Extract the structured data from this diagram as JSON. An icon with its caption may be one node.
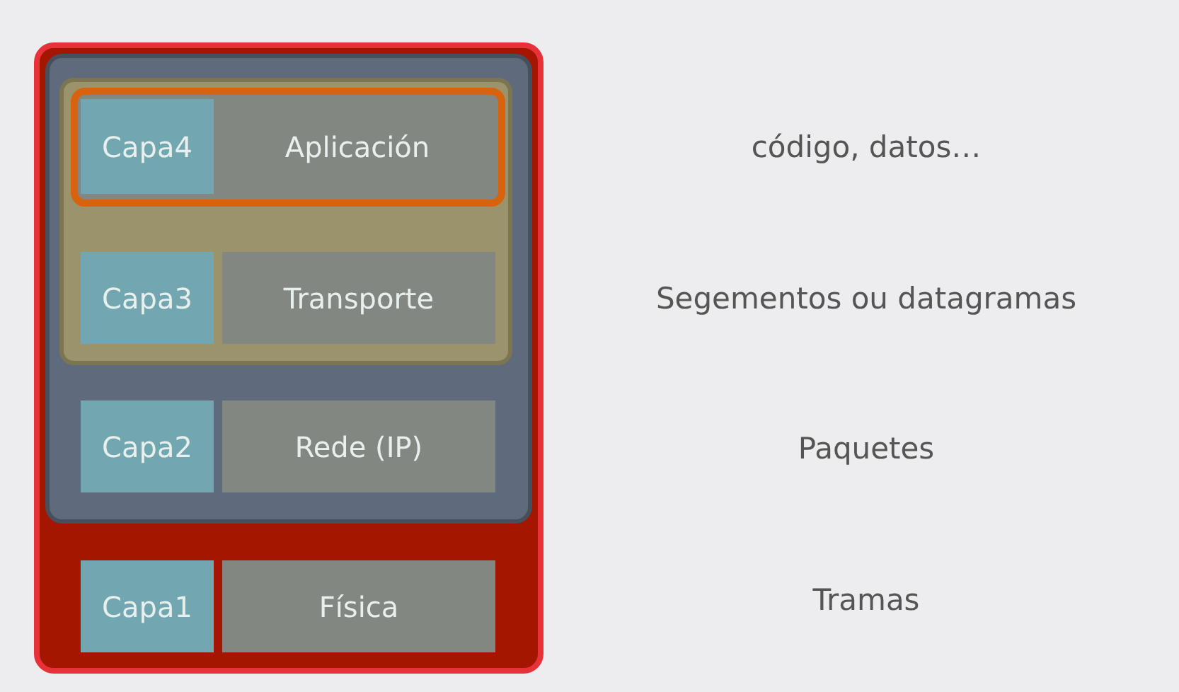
{
  "diagram": {
    "nodes": [
      {
        "text": [],
        "shape": "box"
      },
      {
        "text": [],
        "shape": "box",
        "in": 0
      },
      {
        "text": [],
        "shape": "box",
        "in": 1
      },
      {
        "text": [],
        "shape": "box",
        "in": 2
      },
      {
        "text": [
          "Capa4"
        ],
        "in": 3
      },
      {
        "text": [
          "Aplicación"
        ],
        "in": 3
      },
      {
        "text": [
          "Capa3"
        ],
        "in": 2
      },
      {
        "text": [
          "Transporte"
        ],
        "in": 2
      },
      {
        "text": [
          "Capa2"
        ],
        "in": 1
      },
      {
        "text": [
          "Rede (IP)"
        ],
        "in": 1
      },
      {
        "text": [
          "Capa1"
        ],
        "in": 0
      },
      {
        "text": [
          "Física"
        ],
        "in": 0
      }
    ],
    "labels": [
      "código, datos…",
      "Segementos ou datagramas",
      "Paquetes",
      "Tramas"
    ]
  }
}
